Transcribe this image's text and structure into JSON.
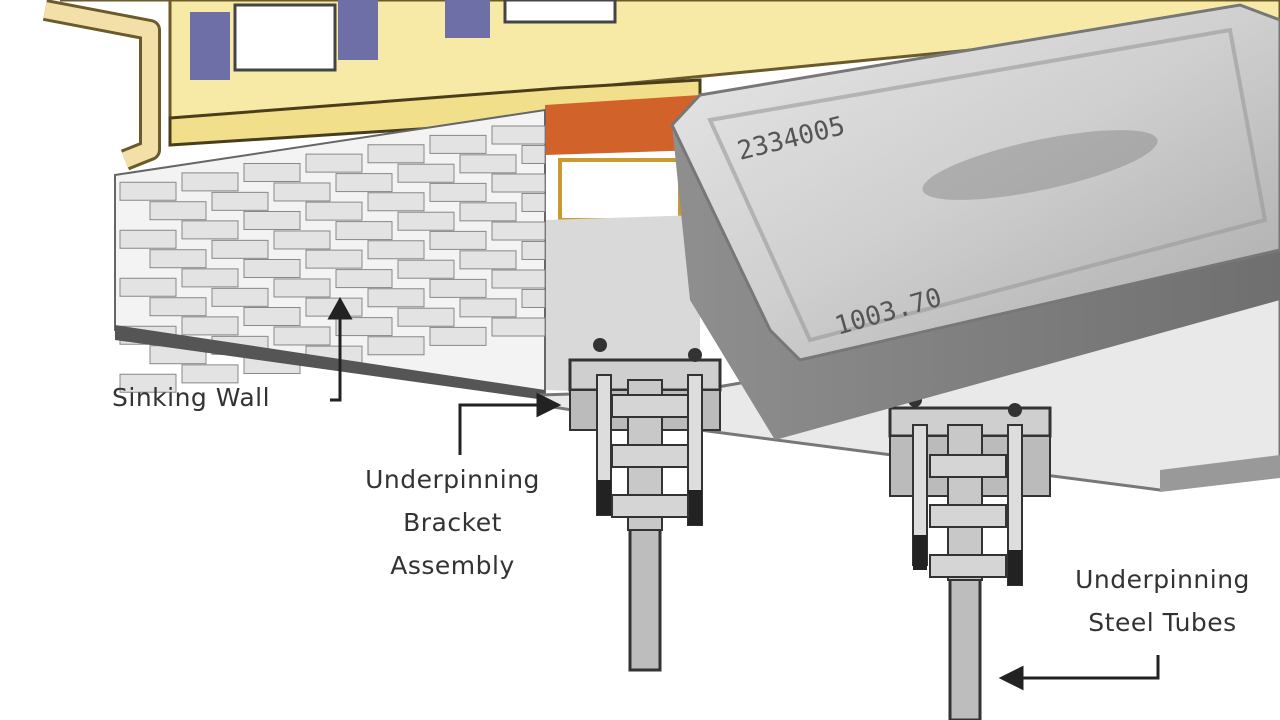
{
  "labels": {
    "sinking_wall": "Sinking Wall",
    "bracket": [
      "Underpinning",
      "Bracket",
      "Assembly"
    ],
    "tubes": [
      "Underpinning",
      "Steel Tubes"
    ]
  },
  "silver_bar": {
    "stamp_serial": "2334005",
    "stamp_weight": "1003.70"
  },
  "colors": {
    "house_siding": "#f7eaa6",
    "brick": "#e6e6e6",
    "steel": "#b5b5b5",
    "silver": "#c8c8c8"
  }
}
